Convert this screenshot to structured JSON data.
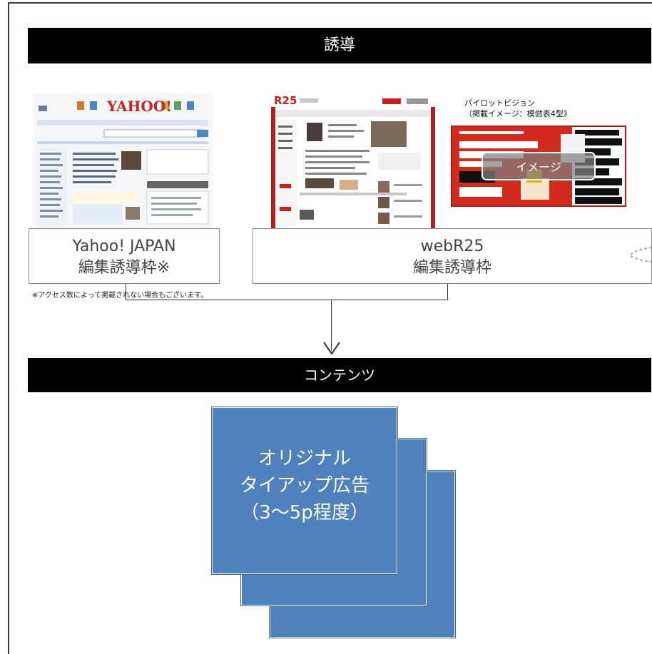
{
  "header": {
    "title": "誘導"
  },
  "channels": [
    {
      "id": "yahoo",
      "thumbnail_icon": "yahoo-japan-screenshot",
      "logo_text": "YAHOO!",
      "label_line1": "Yahoo! JAPAN",
      "label_line2": "編集誘導枠※"
    },
    {
      "id": "webr25",
      "thumbnail_icon": "webr25-screenshot",
      "logo_text": "R25",
      "label_line1": "webR25",
      "label_line2": "編集誘導枠"
    }
  ],
  "pilot": {
    "caption_line1": "パイロットビジョン",
    "caption_line2": "（掲載イメージ：模倣表4型》",
    "badge": "イメージ",
    "thumbnail_icon": "pilot-vision-ad-screenshot"
  },
  "note": "※アクセス数によって掲載されない場合もございます。",
  "section": {
    "title": "コンテンツ"
  },
  "content_card": {
    "line1": "オリジナル",
    "line2": "タイアップ広告",
    "line3": "（3～5p程度）"
  },
  "colors": {
    "band": "#000000",
    "band_text": "#ffffff",
    "card": "#4f81bd",
    "pilot_red": "#d42a1e",
    "r25_red": "#b32020",
    "connector": "#333333"
  }
}
